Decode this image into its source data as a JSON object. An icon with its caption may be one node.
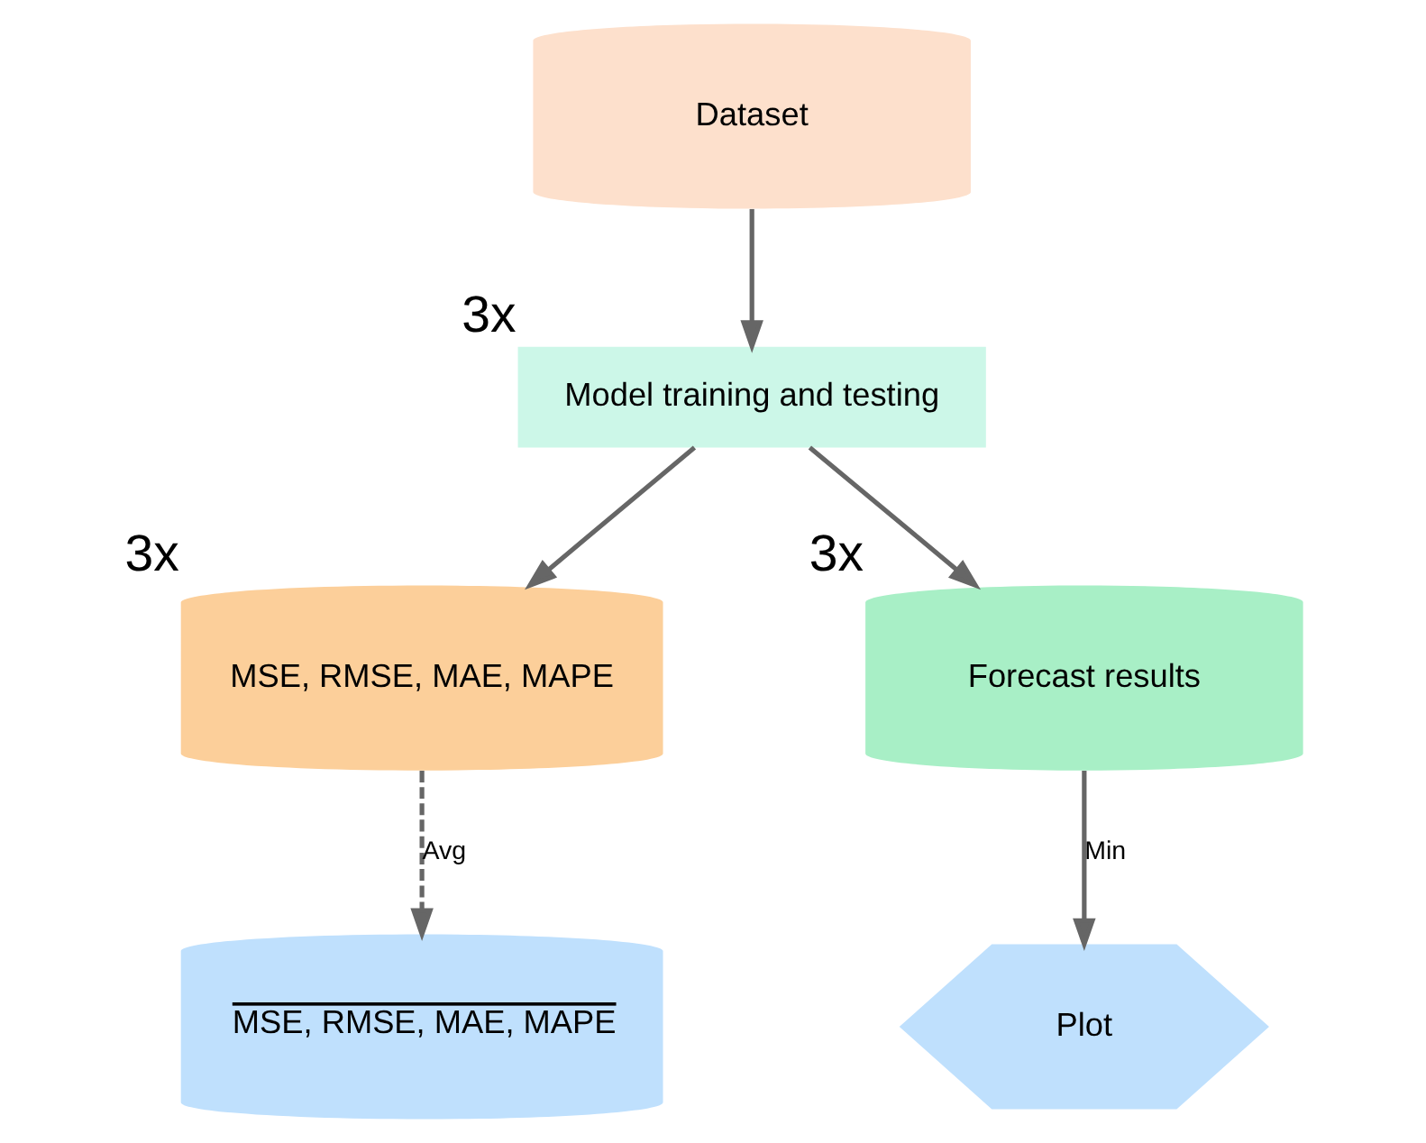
{
  "diagram": {
    "nodes": [
      {
        "text": [
          "Dataset"
        ]
      },
      {
        "text": [
          "Model training and testing"
        ],
        "beside": [
          "3x"
        ]
      },
      {
        "text": [
          "MSE, RMSE, MAE, MAPE"
        ],
        "beside": [
          "3x"
        ]
      },
      {
        "text": [
          "Forecast results"
        ],
        "beside": [
          "3x"
        ]
      },
      {
        "text": [
          "MSE, RMSE, MAE, MAPE"
        ]
      },
      {
        "text": [
          "Plot"
        ]
      }
    ],
    "edges": [
      {
        "from": 0,
        "to": 1,
        "arrow": "to"
      },
      {
        "from": 1,
        "to": 2,
        "arrow": "to"
      },
      {
        "from": 1,
        "to": 3,
        "arrow": "to"
      },
      {
        "from": 2,
        "to": 4,
        "arrow": "to",
        "label": "Avg",
        "style": "dashed"
      },
      {
        "from": 3,
        "to": 5,
        "arrow": "to",
        "label": "Min"
      }
    ]
  }
}
